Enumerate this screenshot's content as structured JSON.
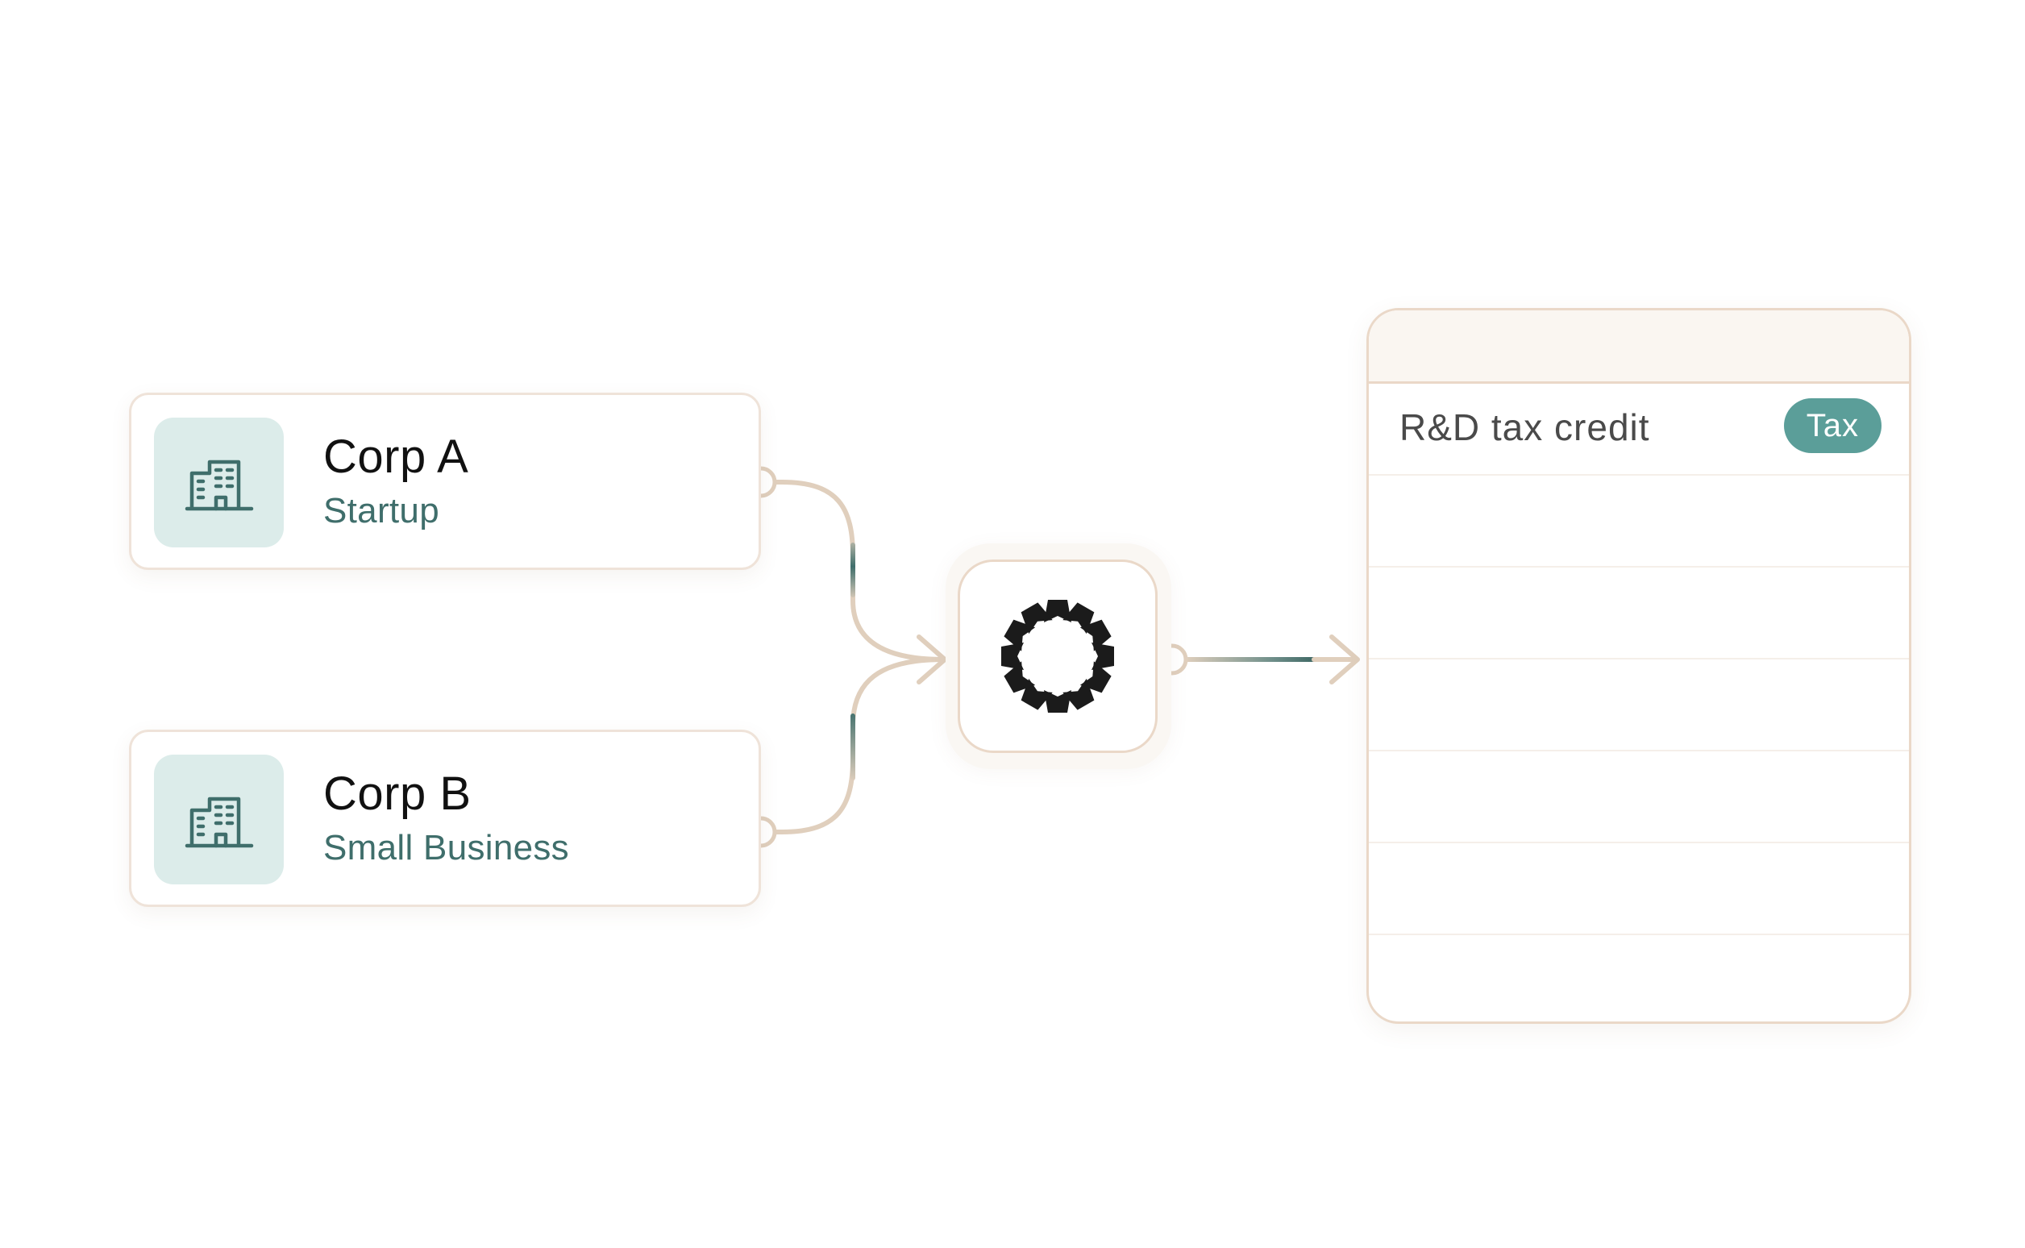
{
  "sources": [
    {
      "title": "Corp A",
      "subtitle": "Startup",
      "icon": "building-icon"
    },
    {
      "title": "Corp B",
      "subtitle": "Small Business",
      "icon": "building-icon"
    }
  ],
  "hub": {
    "icon": "starburst-logo-icon"
  },
  "output": {
    "rows": [
      {
        "label": "R&D tax credit",
        "tag": "Tax"
      },
      {
        "label": "",
        "tag": ""
      },
      {
        "label": "",
        "tag": ""
      },
      {
        "label": "",
        "tag": ""
      },
      {
        "label": "",
        "tag": ""
      },
      {
        "label": "",
        "tag": ""
      }
    ]
  },
  "colors": {
    "connector": "#e0cfbd",
    "accent_teal": "#3f6e6b",
    "tag_bg": "#5b9e99",
    "icon_tile_bg": "#dcecea",
    "card_border": "#efe3d9"
  }
}
